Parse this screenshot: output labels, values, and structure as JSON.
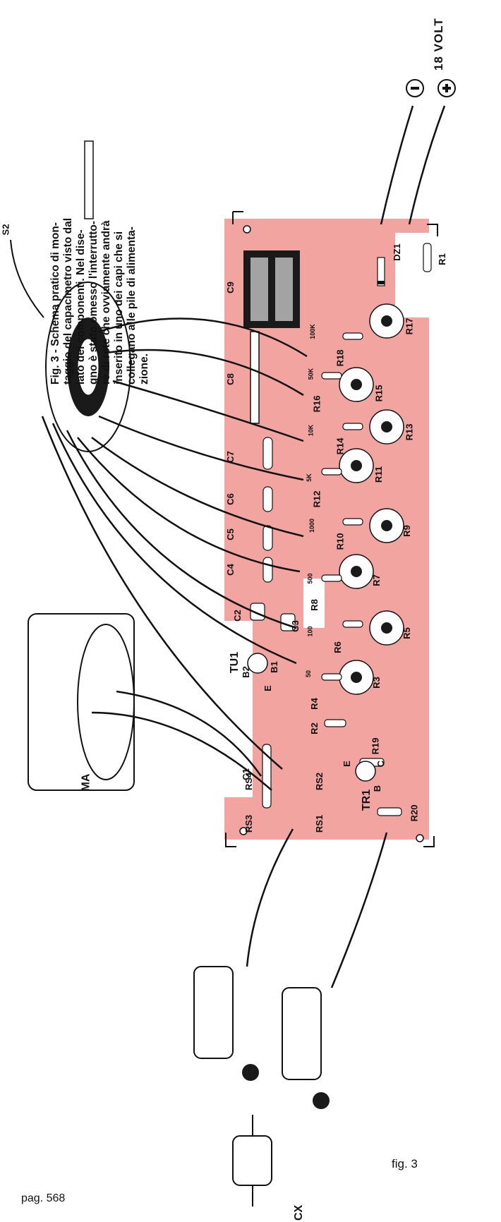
{
  "caption": [
    "Fig. 3 - Schema pratico di mon-",
    "taggio del capacimetro visto dal",
    "lato dei componenti. Nel dise-",
    "gno è stato omesso l'interrutto-",
    "re di rete che ovviamente andrà",
    "inserito in uno dei capi che si",
    "collegano alle pile di alimenta-",
    "zione."
  ],
  "supply_label": "18 VOLT",
  "figure_label": "fig. 3",
  "page_label": "pag. 568",
  "labels": {
    "s2": "S2",
    "ma": "MA",
    "cx": "CX",
    "tu1": "TU1",
    "tr1": "TR1",
    "b2": "B2",
    "b1": "B1",
    "e_tu1": "E",
    "e_tr1": "E",
    "b_tr1": "B",
    "c_tr1": "C",
    "c1": "C1",
    "c2": "C2",
    "c3": "C3",
    "c4": "C4",
    "c5": "C5",
    "c6": "C6",
    "c7": "C7",
    "c8": "C8",
    "c9": "C9",
    "r1": "R1",
    "r2": "R2",
    "r3": "R3",
    "r4": "R4",
    "r5": "R5",
    "r6": "R6",
    "r7": "R7",
    "r8": "R8",
    "r9": "R9",
    "r10": "R10",
    "r11": "R11",
    "r12": "R12",
    "r13": "R13",
    "r14": "R14",
    "r15": "R15",
    "r16": "R16",
    "r17": "R17",
    "r18": "R18",
    "r19": "R19",
    "r20": "R20",
    "rs1": "RS1",
    "rs2": "RS2",
    "rs3": "RS3",
    "rs4": "RS4",
    "dz1": "DZ1"
  },
  "range_values": [
    "100K",
    "50K",
    "10K",
    "5K",
    "1000",
    "500",
    "100",
    "50"
  ],
  "colors": {
    "pcb": "#f2a5a0",
    "ink": "#1a1a1a",
    "paper": "#ffffff"
  }
}
